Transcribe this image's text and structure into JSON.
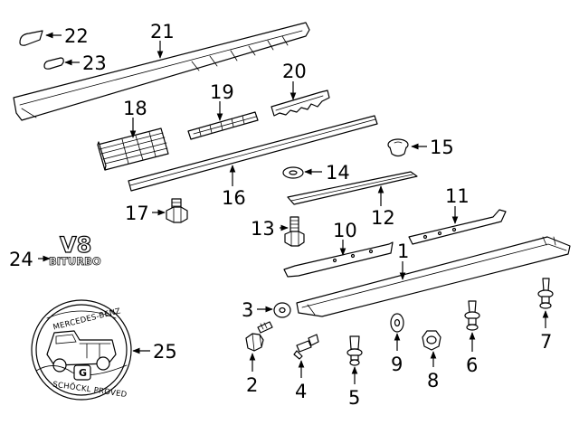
{
  "callouts": [
    "1",
    "2",
    "3",
    "4",
    "5",
    "6",
    "7",
    "8",
    "9",
    "10",
    "11",
    "12",
    "13",
    "14",
    "15",
    "16",
    "17",
    "18",
    "19",
    "20",
    "21",
    "22",
    "23",
    "24",
    "25"
  ],
  "badge": {
    "line1": "V8",
    "line2": "BITURBO"
  },
  "emblem": {
    "top_text": "MERCEDES-BENZ",
    "bottom_text": "SCHÖCKL PROVED",
    "letter": "G"
  }
}
